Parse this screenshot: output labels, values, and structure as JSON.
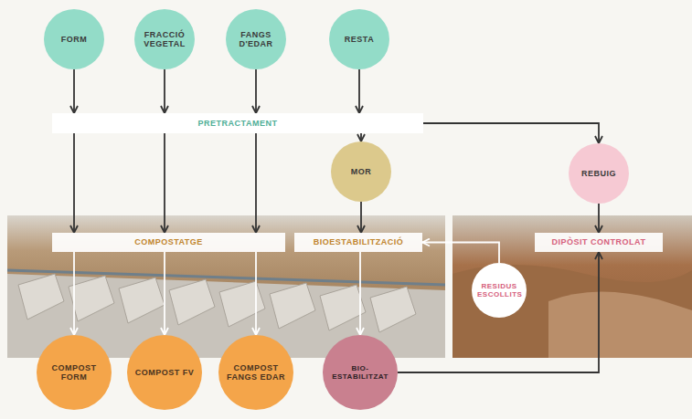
{
  "diagram": {
    "nodes": [
      {
        "text": [
          "FORM"
        ]
      },
      {
        "text": [
          "FRACCIÓ VEGETAL"
        ]
      },
      {
        "text": [
          "FANGS D'EDAR"
        ]
      },
      {
        "text": [
          "RESTA"
        ]
      },
      {
        "text": [
          "PRETRACTAMENT"
        ]
      },
      {
        "text": [
          "MOR"
        ]
      },
      {
        "text": [
          "REBUIG"
        ]
      },
      {
        "text": [
          "COMPOSTATGE"
        ]
      },
      {
        "text": [
          "BIOESTABILITZACIÓ"
        ]
      },
      {
        "text": [
          "DIPÒSIT CONTROLAT"
        ]
      },
      {
        "text": [
          "RESIDUS ESCOLLITS"
        ]
      },
      {
        "text": [
          "COMPOST FORM"
        ]
      },
      {
        "text": [
          "COMPOST FV"
        ]
      },
      {
        "text": [
          "COMPOST FANGS EDAR"
        ]
      },
      {
        "text": [
          "BIO-ESTABILITZAT"
        ]
      }
    ],
    "edges": [
      {
        "from": 0,
        "to": 4,
        "arrow": "to"
      },
      {
        "from": 1,
        "to": 4,
        "arrow": "to"
      },
      {
        "from": 2,
        "to": 4,
        "arrow": "to"
      },
      {
        "from": 3,
        "to": 4,
        "arrow": "to"
      },
      {
        "from": 4,
        "to": 5,
        "arrow": "to"
      },
      {
        "from": 4,
        "to": 6,
        "arrow": "to"
      },
      {
        "from": 6,
        "to": 9,
        "arrow": "to"
      },
      {
        "from": 4,
        "to": 7,
        "arrow": "to"
      },
      {
        "from": 4,
        "to": 7,
        "arrow": "to"
      },
      {
        "from": 4,
        "to": 7,
        "arrow": "to"
      },
      {
        "from": 5,
        "to": 8,
        "arrow": "to"
      },
      {
        "from": 10,
        "to": 8,
        "arrow": "to"
      },
      {
        "from": 7,
        "to": 11,
        "arrow": "to"
      },
      {
        "from": 7,
        "to": 12,
        "arrow": "to"
      },
      {
        "from": 7,
        "to": 13,
        "arrow": "to"
      },
      {
        "from": 8,
        "to": 14,
        "arrow": "to"
      },
      {
        "from": 14,
        "to": 9,
        "arrow": "to"
      }
    ]
  }
}
